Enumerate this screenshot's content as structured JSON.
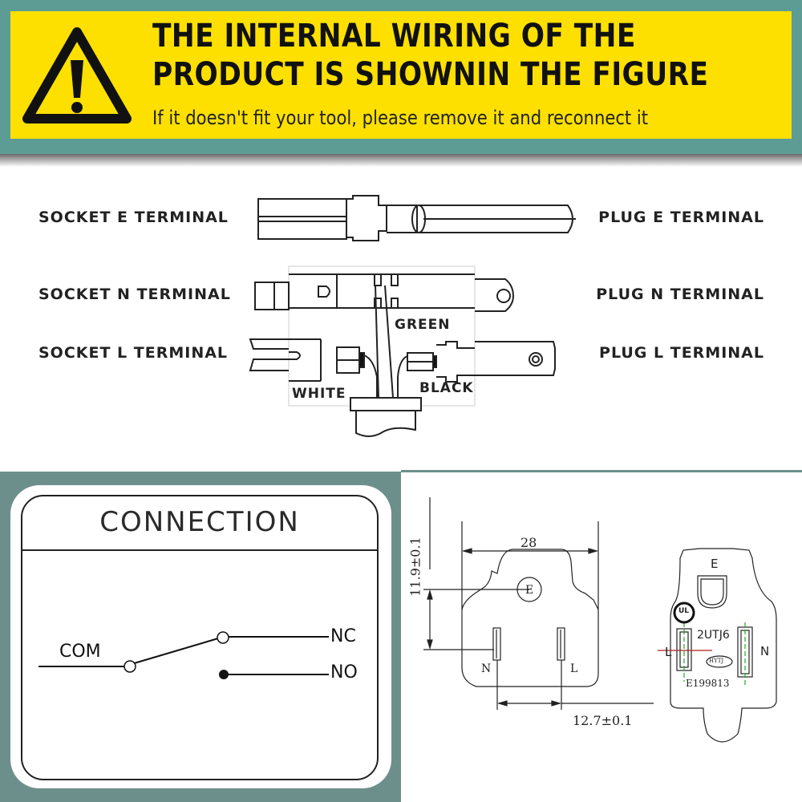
{
  "banner": {
    "title_line1": "THE INTERNAL WIRING OF THE",
    "title_line2": "PRODUCT IS SHOWNIN THE FIGURE",
    "subtitle": "If it doesn't fit your tool, please remove it and reconnect it",
    "icon": "warning-triangle-icon",
    "colors": {
      "background": "#5c9c94",
      "banner": "#fde000"
    }
  },
  "terminals": {
    "left": [
      "SOCKET E TERMINAL",
      "SOCKET N TERMINAL",
      "SOCKET L TERMINAL"
    ],
    "right": [
      "PLUG E TERMINAL",
      "PLUG N TERMINAL",
      "PLUG L TERMINAL"
    ]
  },
  "wiring": {
    "wire_labels": {
      "green": "GREEN",
      "white": "WHITE",
      "black": "BLACK"
    }
  },
  "connection": {
    "title": "CONNECTION",
    "com": "COM",
    "nc": "NC",
    "no": "NO"
  },
  "dimensions": {
    "width": "28",
    "vertical": "11.9±0.1",
    "pin_spacing": "12.7±0.1",
    "socket_labels": {
      "e": "E",
      "n": "N",
      "l": "L"
    },
    "plug_labels": {
      "e": "E",
      "n": "N",
      "l": "L"
    },
    "plug_model": "2UTJ6",
    "plug_brand": "HYTJ",
    "plug_cert": "E199813",
    "ul_mark": "UL"
  }
}
